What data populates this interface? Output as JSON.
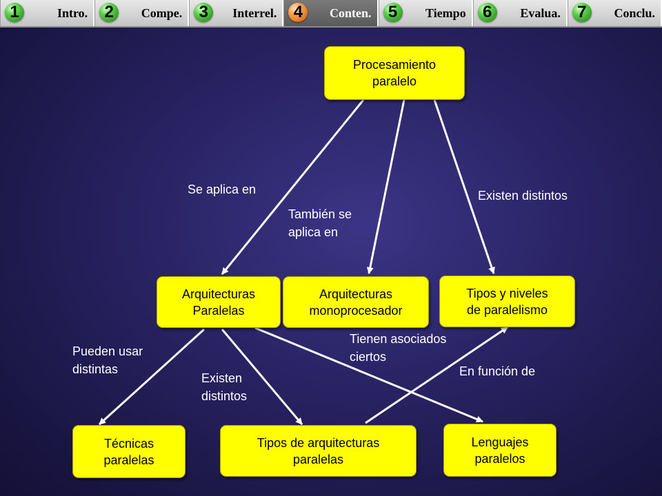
{
  "nav": {
    "tabs": [
      {
        "num": "1",
        "label": "Intro."
      },
      {
        "num": "2",
        "label": "Compe."
      },
      {
        "num": "3",
        "label": "Interrel."
      },
      {
        "num": "4",
        "label": "Conten."
      },
      {
        "num": "5",
        "label": "Tiempo"
      },
      {
        "num": "6",
        "label": "Evalua."
      },
      {
        "num": "7",
        "label": "Conclu."
      }
    ],
    "active_index": 3
  },
  "colors": {
    "node_fill": "#ffff00",
    "tab_number_green": "#5bd04a",
    "tab_number_active_orange": "#ff9a40",
    "link": "#ffffff"
  },
  "concept_map": {
    "nodes": {
      "procesamiento": "Procesamiento\nparalelo",
      "arq_paralelas": "Arquitecturas\nParalelas",
      "arq_mono": "Arquitecturas\nmonoprocesador",
      "tipos_niveles": "Tipos y niveles\nde paralelismo",
      "tecnicas": "Técnicas\nparalelas",
      "tipos_arq": "Tipos de arquitecturas\nparalelas",
      "lenguajes": "Lenguajes\nparalelos"
    },
    "edge_labels": {
      "se_aplica": "Se aplica en",
      "tambien": "También se\naplica en",
      "existen1": "Existen distintos",
      "pueden": "Pueden usar\ndistintas",
      "existen2": "Existen\ndistintos",
      "tienen": "Tienen asociados\nciertos",
      "funcion": "En función de"
    }
  }
}
